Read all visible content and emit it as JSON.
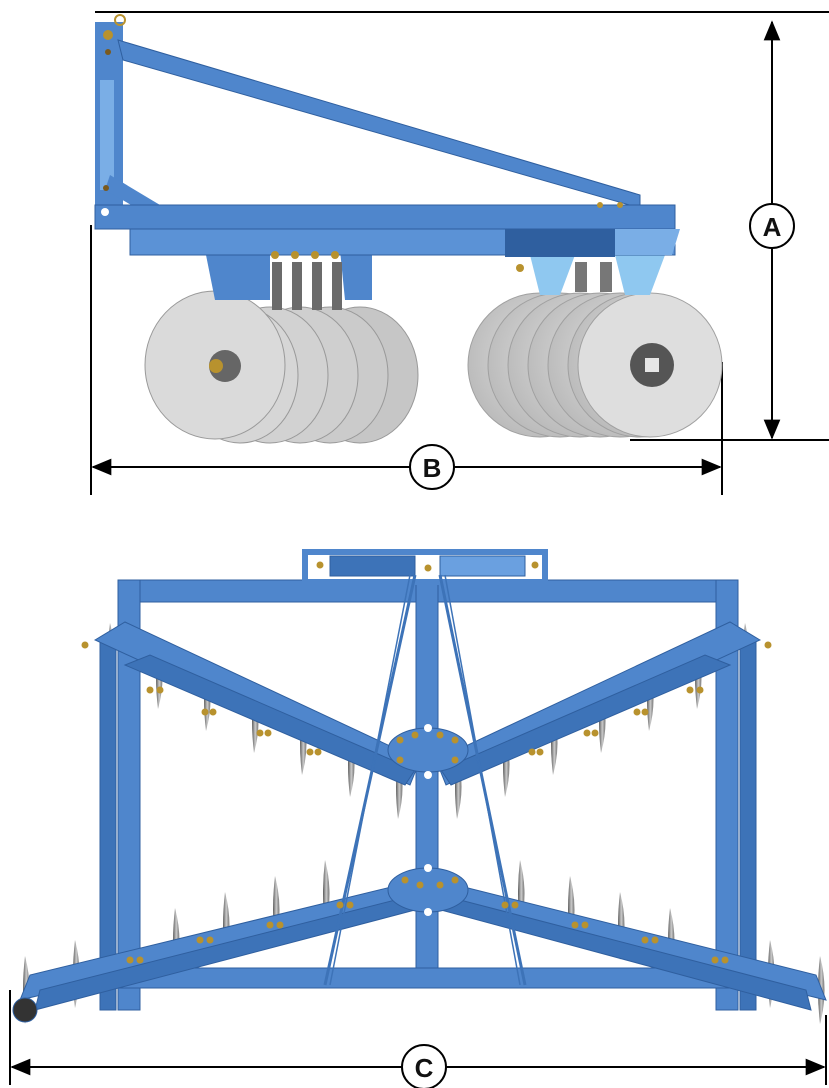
{
  "callouts": {
    "height": "A",
    "length": "B",
    "width": "C"
  },
  "colors": {
    "frame": "#4f86cc",
    "frame_dark": "#2f5f9f",
    "frame_light": "#7aaee6",
    "disc": "#d2d2d2",
    "disc_edge": "#9a9a9a",
    "bolt": "#b8922e",
    "line": "#000000"
  }
}
